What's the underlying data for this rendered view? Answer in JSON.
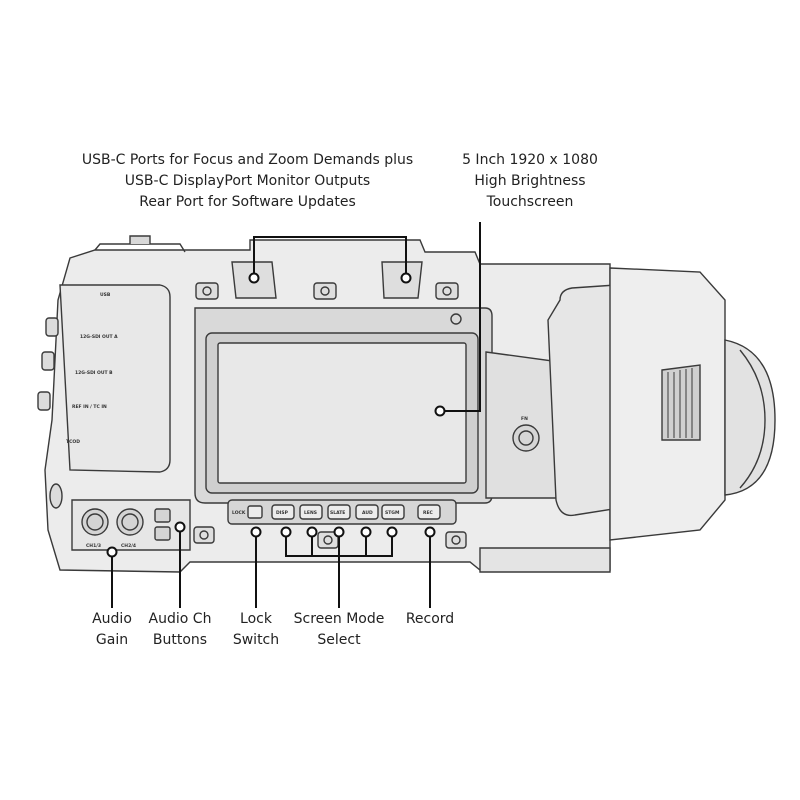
{
  "colors": {
    "outline": "#3a3a3a",
    "body_fill": "#e3e3e3",
    "panel_fill": "#d4d4d4",
    "screen_fill": "#d9d9d9",
    "screen_glass": "#e8e8e8",
    "leader": "#111111"
  },
  "callouts": {
    "usb_ports": {
      "line1": "USB-C Ports for Focus and Zoom Demands plus",
      "line2": "USB-C DisplayPort Monitor Outputs",
      "line3": "Rear Port for Software Updates"
    },
    "touchscreen": {
      "line1": "5 Inch 1920 x 1080",
      "line2": "High Brightness",
      "line3": "Touchscreen"
    },
    "audio_gain": {
      "line1": "Audio",
      "line2": "Gain"
    },
    "audio_ch_buttons": {
      "line1": "Audio Ch",
      "line2": "Buttons"
    },
    "lock_switch": {
      "line1": "Lock",
      "line2": "Switch"
    },
    "screen_mode_select": {
      "line1": "Screen Mode",
      "line2": "Select"
    },
    "record": {
      "line1": "Record"
    }
  },
  "camera_labels": {
    "usb": "USB",
    "sdi_out_a": "12G-SDI OUT A",
    "sdi_out_b": "12G-SDI OUT B",
    "ref_in": "REF IN / TC IN",
    "tc_out": "TCOD",
    "ch1": "CH1/3",
    "ch2": "CH2/4",
    "lock": "LOCK",
    "disp": "DISP",
    "lens": "LENS",
    "slate": "SLATE",
    "aud": "AUD",
    "stgm": "STGM",
    "rec": "REC",
    "fn": "FN"
  }
}
